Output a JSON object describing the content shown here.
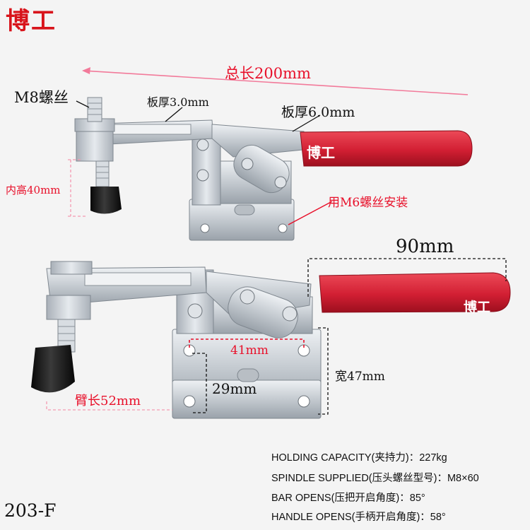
{
  "brand": "博工",
  "labels": {
    "total_length": "总长200mm",
    "m8_screw": "M8螺丝",
    "plate_thickness_3": "板厚3.0mm",
    "plate_thickness_6": "板厚6.0mm",
    "inner_height": "内高40mm",
    "m6_install": "用M6螺丝安装",
    "handle_brand_top": "博工",
    "handle_length": "90mm",
    "handle_brand_bottom": "博工",
    "hole_spacing": "41mm",
    "base_height": "29mm",
    "width": "宽47mm",
    "arm_length": "臂长52mm"
  },
  "specs": [
    "HOLDING CAPACITY(夹持力)：227kg",
    "SPINDLE SUPPLIED(压头螺丝型号)：M8×60",
    "BAR OPENS(压把开启角度)：85°",
    "HANDLE OPENS(手柄开启角度)：58°"
  ],
  "model": "203-F",
  "colors": {
    "brand_red": "#d8141b",
    "annotation_red": "#e8102a",
    "handle_red": "#d8283a",
    "metal": "#c9ced3",
    "rubber": "#1a1a1a"
  }
}
